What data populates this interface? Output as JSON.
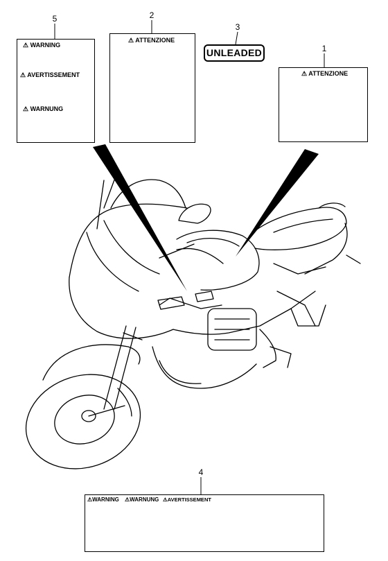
{
  "callouts": {
    "c1": "1",
    "c2": "2",
    "c3": "3",
    "c4": "4",
    "c5": "5"
  },
  "label1": {
    "title": "ATTENZIONE"
  },
  "label2": {
    "title": "ATTENZIONE"
  },
  "label3": {
    "text": "UNLEADED"
  },
  "label4": {
    "headers": [
      "WARNING",
      "WARNUNG",
      "AVERTISSEMENT"
    ]
  },
  "label5": {
    "titles": [
      "WARNING",
      "AVERTISSEMENT",
      "WARNUNG"
    ]
  },
  "warning_symbol": "⚠"
}
